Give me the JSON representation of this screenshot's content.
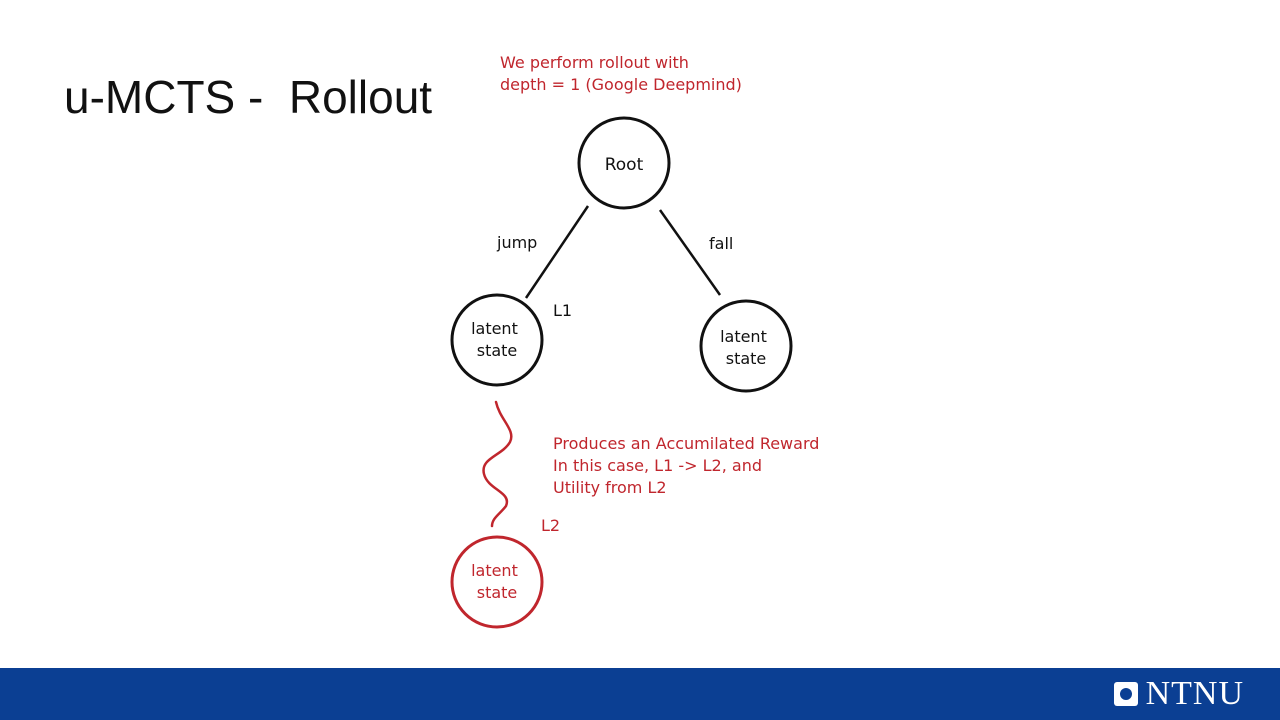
{
  "slide": {
    "title": "u-MCTS -  Rollout"
  },
  "colors": {
    "ink": "#111111",
    "accent_red": "#c0262d",
    "footer_blue": "#0b3f93"
  },
  "diagram": {
    "annotation_top": [
      "We perform rollout with",
      "depth = 1 (Google Deepmind)"
    ],
    "root_node": [
      "Root"
    ],
    "edge_left_label": "jump",
    "edge_right_label": "fall",
    "left_child": [
      "latent",
      "state"
    ],
    "right_child": [
      "latent",
      "state"
    ],
    "level_l1": "L1",
    "level_l2": "L2",
    "rollout_note": [
      "Produces an Accumilated Reward",
      "In this case,  L1 -> L2, and",
      "Utility from L2"
    ],
    "rollout_node": [
      "latent",
      "state"
    ]
  },
  "footer": {
    "logo_text": "NTNU",
    "logo_icon": "ntnu-logo-icon"
  }
}
